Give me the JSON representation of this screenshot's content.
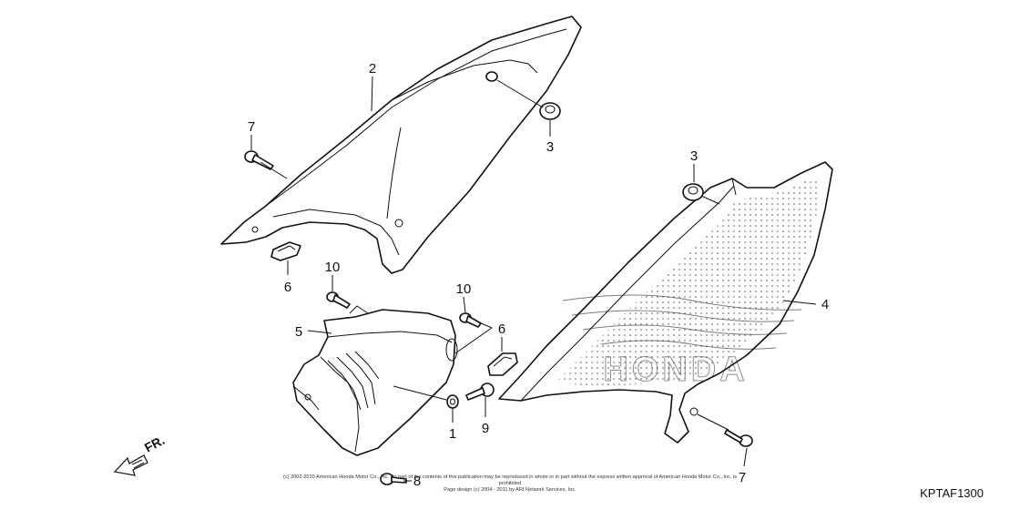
{
  "diagram": {
    "callouts": [
      "2",
      "7",
      "3",
      "6",
      "10",
      "5",
      "10",
      "6",
      "1",
      "9",
      "8",
      "3",
      "4",
      "7"
    ],
    "direction_label": "FR.",
    "watermark": "HONDA",
    "copyright_line1": "(c) 2002-2010 American Honda Motor Co., Inc. No part of the contents of this publication may be reproduced in whole or in part without the express written approval of American Honda Motor Co., Inc. is prohibited",
    "copyright_line2": "Page design (c) 2004 - 2011 by ARI Network Services, Inc.",
    "diagram_code": "KPTAF1300"
  }
}
